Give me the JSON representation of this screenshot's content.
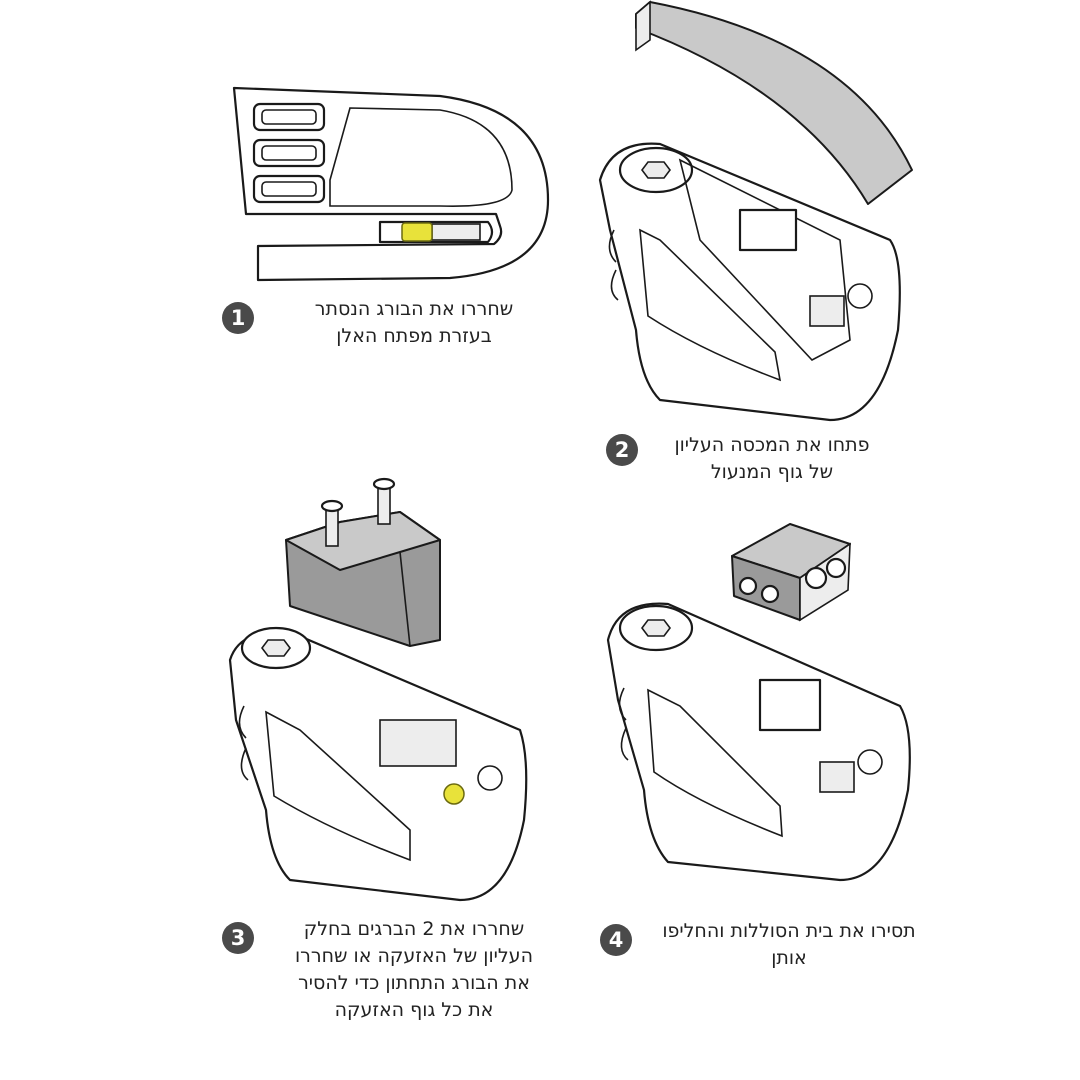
{
  "steps": [
    {
      "number": "1",
      "lines": [
        "שחררו את הבורג הנסתר",
        "בעזרת מפתח האלן"
      ]
    },
    {
      "number": "2",
      "lines": [
        "פתחו את המכסה העליון",
        "של גוף המנעול"
      ]
    },
    {
      "number": "3",
      "lines": [
        "שחררו את 2 הברגים בחלק",
        "העליון של האזעקה או שחררו",
        "את הבורג התחתון כדי להסיר",
        "את כל גוף האזעקה"
      ]
    },
    {
      "number": "4",
      "lines": [
        "תסירו את בית הסוללות והחליפו",
        "אותן"
      ]
    }
  ],
  "colors": {
    "badge": "#4a4a4a",
    "highlight_screw": "#e8e23a",
    "cover": "#c9c9c9",
    "module": "#9a9a9a"
  },
  "icons": [
    "side-view-lock-icon",
    "open-cover-icon",
    "alarm-module-icon",
    "battery-case-icon"
  ]
}
